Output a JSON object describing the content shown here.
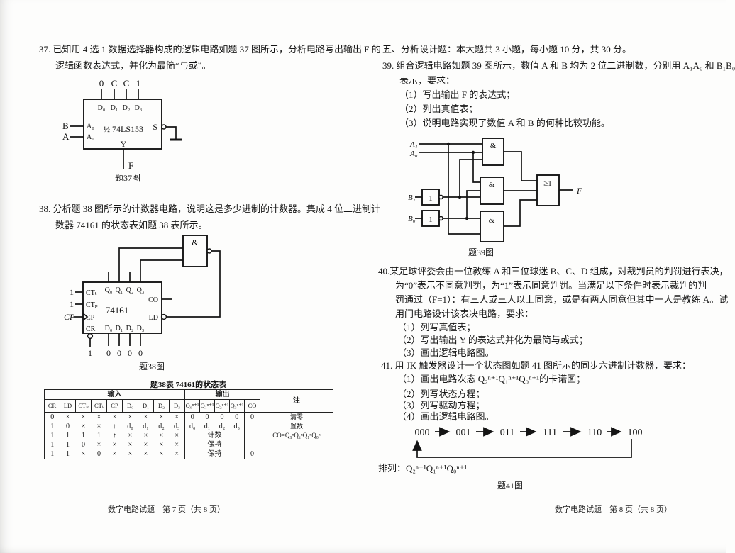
{
  "page7": {
    "q37": {
      "lines": [
        "37. 已知用 4 选 1 数据选择器构成的逻辑电路如题 37 图所示，分析电路写出输出 F 的",
        "逻辑函数表达式，并化为最简“与或”。"
      ]
    },
    "fig37": {
      "top_values": [
        "0",
        "C",
        "C",
        "1"
      ],
      "data_pins": [
        "D₀",
        "D₁",
        "D₂",
        "D₃"
      ],
      "chip_label": "½ 74LS153",
      "left_signals": [
        "B",
        "A"
      ],
      "addr_pins": [
        "A₀",
        "A₁"
      ],
      "strobe_pin": "S",
      "output_pin": "Y",
      "output_signal": "F",
      "caption": "题37图"
    },
    "q38": {
      "lines": [
        "38. 分析题 38 图所示的计数器电路，说明这是多少进制的计数器。集成 4 位二进制计",
        "数器 74161 的状态表如题 38 表所示。"
      ]
    },
    "fig38": {
      "gate_label": "&",
      "chip_label": "74161",
      "q_pins": [
        "Q₀",
        "Q₁",
        "Q₂",
        "Q₃"
      ],
      "left_pins": [
        "CTₜ",
        "CTₚ",
        "CP",
        "CR"
      ],
      "left_values": [
        "1",
        "1"
      ],
      "cp_signal": "CP",
      "cr_value": "1",
      "co_pin": "CO",
      "ld_pin": "LD",
      "d_pins": [
        "D₀",
        "D₁",
        "D₂",
        "D₃"
      ],
      "d_values": [
        "0",
        "0",
        "0",
        "0"
      ],
      "caption": "题38图"
    },
    "table38": {
      "title": "题38表  74161的状态表",
      "group_headers": [
        "输入",
        "输出",
        "注"
      ],
      "input_headers": [
        "C̄R",
        "L̄D",
        "CTₚ",
        "CTₜ",
        "CP",
        "D₀",
        "D₁",
        "D₂",
        "D₃"
      ],
      "output_headers": [
        "Q₀ⁿ⁺¹",
        "Q₁ⁿ⁺¹",
        "Q₂ⁿ⁺¹",
        "Q₃ⁿ⁺¹",
        "CO"
      ],
      "rows": [
        {
          "inputs": [
            "0",
            "×",
            "×",
            "×",
            "×",
            "×",
            "×",
            "×",
            "×"
          ],
          "outputs": [
            "0",
            "0",
            "0",
            "0"
          ],
          "co": "0",
          "note": "清零"
        },
        {
          "inputs": [
            "1",
            "0",
            "×",
            "×",
            "↑",
            "d₀",
            "d₁",
            "d₂",
            "d₃"
          ],
          "outputs": [
            "d₀",
            "d₁",
            "d₂",
            "d₃"
          ],
          "co": "",
          "note": "置数"
        },
        {
          "inputs": [
            "1",
            "1",
            "1",
            "1",
            "↑",
            "×",
            "×",
            "×",
            "×"
          ],
          "outputs": [
            "计数"
          ],
          "co": "",
          "note": "CO=Q₃ⁿQ₂ⁿQ₁ⁿQ₀ⁿ"
        },
        {
          "inputs": [
            "1",
            "1",
            "0",
            "×",
            "×",
            "×",
            "×",
            "×",
            "×"
          ],
          "outputs": [
            "保持"
          ],
          "co": "",
          "note": ""
        },
        {
          "inputs": [
            "1",
            "1",
            "×",
            "0",
            "×",
            "×",
            "×",
            "×",
            "×"
          ],
          "outputs": [
            "保持"
          ],
          "co": "0",
          "note": ""
        }
      ]
    },
    "footer": "数字电路试题　第 7 页（共 8 页）"
  },
  "page8": {
    "section_title": "五、分析设计题：本大题共 3 小题，每小题 10 分，共 30 分。",
    "q39": {
      "lines": [
        "39. 组合逻辑电路如题 39 图所示，数值 A 和 B 均为 2 位二进制数，分别用 A₁A₀ 和 B₁B₀",
        "表示，要求："
      ],
      "items": [
        "（1）写出输出 F 的表达式；",
        "（2）列出真值表；",
        "（3）说明电路实现了数值 A 和 B 的何种比较功能。"
      ]
    },
    "fig39": {
      "inputs": [
        "A₁",
        "A₀",
        "B₁",
        "B₀"
      ],
      "inverter_label": "1",
      "and_label": "&",
      "or_label": "≥1",
      "output_signal": "F",
      "caption": "题39图"
    },
    "q40": {
      "lines": [
        "40.某足球评委会由一位教练 A 和三位球迷 B、C、D 组成，对裁判员的判罚进行表决，",
        "为“0”表示不同意判罚，为“1”表示同意判罚。当满足以下条件时表示裁判的判",
        "罚通过（F=1）：有三人或三人以上同意，或是有两人同意但其中一人是教练 A。试",
        "用门电路设计该表决电路，要求："
      ],
      "items": [
        "（1）列写真值表；",
        "（2）写出输出 Y 的表达式并化为最简与或式；",
        "（3）画出逻辑电路图。"
      ]
    },
    "q41": {
      "lines": [
        "41. 用 JK 触发器设计一个状态图如题 41 图所示的同步六进制计数器，要求："
      ],
      "items": [
        "（1）画出电路次态 Q₂ⁿ⁺¹Q₁ⁿ⁺¹Q₀ⁿ⁺¹的卡诺图；",
        "（2）列写状态方程；",
        "（3）列写驱动方程；",
        "（4）画出逻辑电路图。"
      ]
    },
    "fig41": {
      "states": [
        "000",
        "001",
        "011",
        "111",
        "110",
        "100"
      ],
      "order_label": "排列：Q₂ⁿ⁺¹Q₁ⁿ⁺¹Q₀ⁿ⁺¹",
      "caption": "题41图"
    },
    "footer": "数字电路试题　第 8 页（共 8 页）"
  }
}
